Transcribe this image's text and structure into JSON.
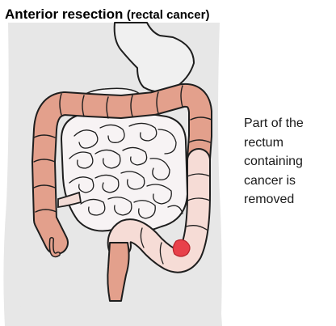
{
  "title": {
    "main": "Anterior resection",
    "sub": "(rectal cancer)"
  },
  "caption": {
    "lines": [
      "Part of the",
      "rectum",
      "containing",
      "cancer is",
      "removed"
    ]
  },
  "colors": {
    "body_silhouette": "#e7e7e7",
    "stomach": "#f0f0f0",
    "small_intestine": "#f7f3f4",
    "colon_remaining": "#e3a08c",
    "colon_removed": "#f6dcd6",
    "tumor": "#e8404a",
    "outline": "#1e1e1e"
  }
}
